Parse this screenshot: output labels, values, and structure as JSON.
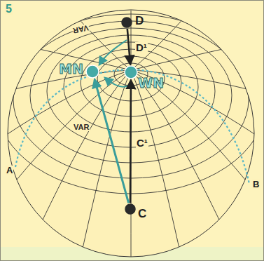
{
  "diagram": {
    "nodes": [
      {
        "text": [
          "D"
        ]
      },
      {
        "text": [
          "MN"
        ]
      },
      {
        "text": [
          "WN"
        ]
      },
      {
        "text": [
          "C"
        ]
      }
    ],
    "edges": [
      {
        "from": 0,
        "to": 2,
        "arrow": "to"
      },
      {
        "from": 3,
        "to": 2,
        "arrow": "to"
      },
      {
        "from": 3,
        "to": 1,
        "arrow": "to"
      }
    ],
    "labels": [
      "5",
      "D¹",
      "C¹",
      "VAR",
      "VAR",
      "A",
      "B"
    ]
  }
}
